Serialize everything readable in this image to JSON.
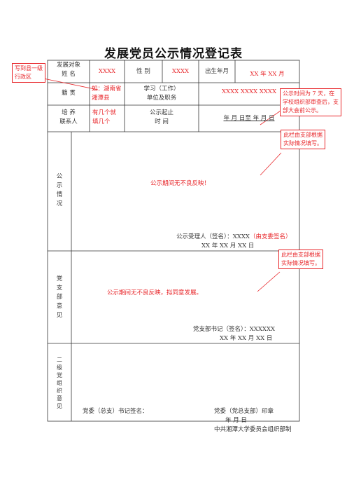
{
  "title": "发展党员公示情况登记表",
  "row1": {
    "object_label": "发展对象",
    "name_label": "姓  名",
    "name_value": "XXXX",
    "gender_label": "性  别",
    "gender_value": "XXXX",
    "birth_label": "出生年月",
    "birth_value": "XX 年 XX 月"
  },
  "row2": {
    "origin_label": "籍  贯",
    "origin_value_1": "如：湖南省",
    "origin_value_2": "湘潭县",
    "work_label_1": "学习（工作）",
    "work_label_2": "单位及职务",
    "work_value": "XXXX XXXX XXXX"
  },
  "row3": {
    "contact_label_1": "培  养",
    "contact_label_2": "联系人",
    "contact_value_1": "有几个就",
    "contact_value_2": "填几个",
    "period_label_1": "公示起止",
    "period_label_2": "时  间",
    "period_value": "年  月  日至  年  月  日"
  },
  "publicity": {
    "label": "公示情况",
    "content": "公示期间无不良反映！",
    "signer": "公示受理人（签名）：XXXX",
    "signer_note": "（由支委签名）",
    "date": "XX 年 XX 月  XX 日"
  },
  "branch": {
    "label": "党支部意见",
    "content": "公示期间无不良反映，拟同意发展。",
    "signer": "党支部书记（签名）：XXXXXX",
    "date": "XX  年 XX 月  XX 日"
  },
  "second_level": {
    "label": "二级党组织意见",
    "signer": "党委（总支）书记签名：",
    "seal": "党委（党总支部）印章",
    "date": "年    月    日"
  },
  "footer": "中共湘潭大学委员会组织部制",
  "callouts": {
    "county": "写到县一级行政区",
    "period_note": "公示时间为 7 天，在学校组织部审查后，支部大会前公示。",
    "branch_fill_1": "此栏由支部根据实际情况填写。",
    "branch_fill_2": "此栏由支部根据实际情况填写。"
  },
  "colors": {
    "accent": "#e8262a",
    "line": "#333333"
  }
}
